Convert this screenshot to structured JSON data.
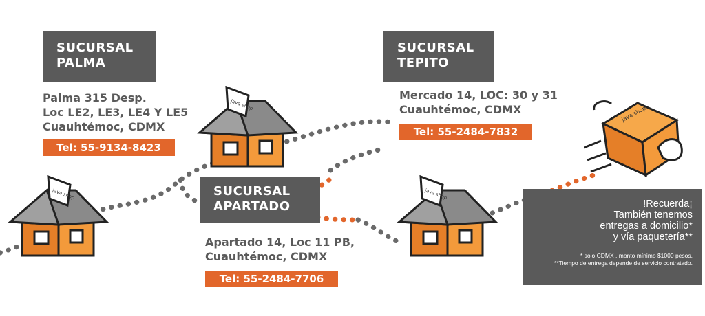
{
  "colors": {
    "accent": "#e2662b",
    "panel": "#5a5a5a",
    "text": "#5a5a5a",
    "path_dots": "#6a6a6a"
  },
  "house_sign_text": "java shop",
  "branches": {
    "palma": {
      "title_line1": "SUCURSAL",
      "title_line2": "PALMA",
      "address": [
        "Palma 315 Desp.",
        "Loc LE2, LE3, LE4 Y LE5",
        "Cuauhtémoc, CDMX"
      ],
      "phone": "Tel: 55-9134-8423"
    },
    "tepito": {
      "title_line1": "SUCURSAL",
      "title_line2": "TEPITO",
      "address": [
        "Mercado 14, LOC: 30 y 31",
        "Cuauhtémoc, CDMX"
      ],
      "phone": "Tel: 55-2484-7832"
    },
    "apartado": {
      "title_line1": "SUCURSAL",
      "title_line2": "APARTADO",
      "address": [
        "Apartado 14, Loc 11 PB,",
        "Cuauhtémoc, CDMX"
      ],
      "phone": "Tel: 55-2484-7706"
    }
  },
  "reminder": {
    "lines": [
      "!Recuerda¡",
      "También tenemos",
      "entregas a domicilio*",
      "y vía paquetería**"
    ],
    "notes": [
      "* solo CDMX , monto mínimo $1000 pesos.",
      "**Tiempo de entrega depende de servicio contratado."
    ]
  },
  "box_label": "java shop"
}
